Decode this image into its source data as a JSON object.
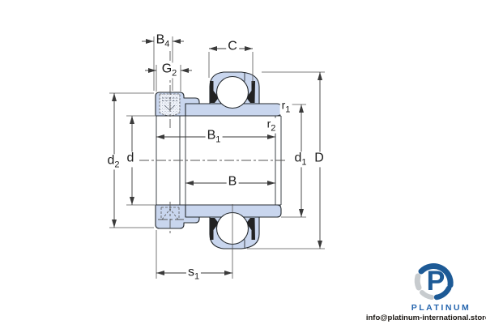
{
  "drawing": {
    "part_fill": "#c9d6ee",
    "outline_color": "#24292e",
    "dim_color": "#3a3a3a",
    "labels": {
      "b4": {
        "base": "B",
        "sub": "4"
      },
      "g2": {
        "base": "G",
        "sub": "2"
      },
      "c": {
        "base": "C",
        "sub": ""
      },
      "r1": {
        "base": "r",
        "sub": "1"
      },
      "r2": {
        "base": "r",
        "sub": "2"
      },
      "b1": {
        "base": "B",
        "sub": "1"
      },
      "b": {
        "base": "B",
        "sub": ""
      },
      "d2": {
        "base": "d",
        "sub": "2"
      },
      "d": {
        "base": "d",
        "sub": ""
      },
      "d1": {
        "base": "d",
        "sub": "1"
      },
      "D": {
        "base": "D",
        "sub": ""
      },
      "s1": {
        "base": "s",
        "sub": "1"
      }
    }
  },
  "branding": {
    "monogram": "P",
    "name": "PLATINUM",
    "email": "info@platinum-international.store",
    "blue": "#1d5a96",
    "text_blue": "#2565ae",
    "gray": "#c7cbce"
  }
}
